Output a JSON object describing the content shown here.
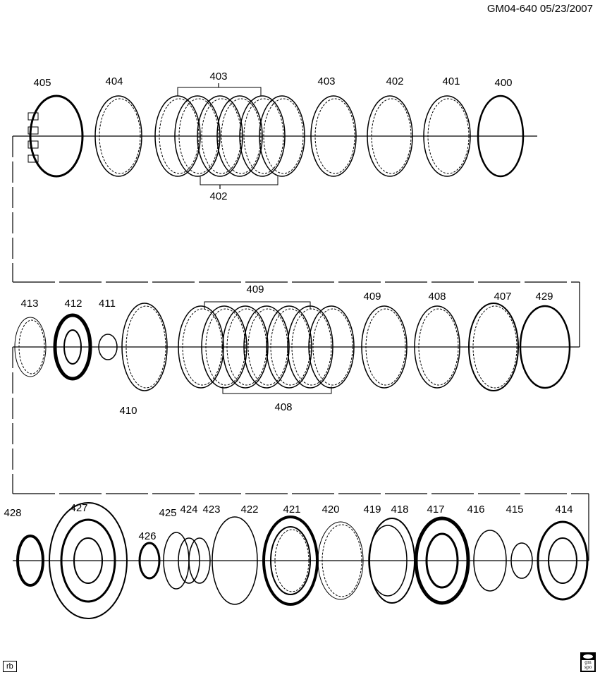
{
  "header": {
    "title": "GM04-640 05/23/2007"
  },
  "labels": {
    "row1": [
      "405",
      "404",
      "403",
      "403",
      "402",
      "401",
      "400",
      "402"
    ],
    "row2": [
      "413",
      "412",
      "411",
      "410",
      "409",
      "409",
      "408",
      "407",
      "429",
      "408"
    ],
    "row3": [
      "428",
      "427",
      "426",
      "425",
      "424",
      "423",
      "422",
      "421",
      "420",
      "419",
      "418",
      "417",
      "416",
      "415",
      "414"
    ]
  },
  "footer": {
    "badge": "rb",
    "logo_text": "gm spo"
  }
}
